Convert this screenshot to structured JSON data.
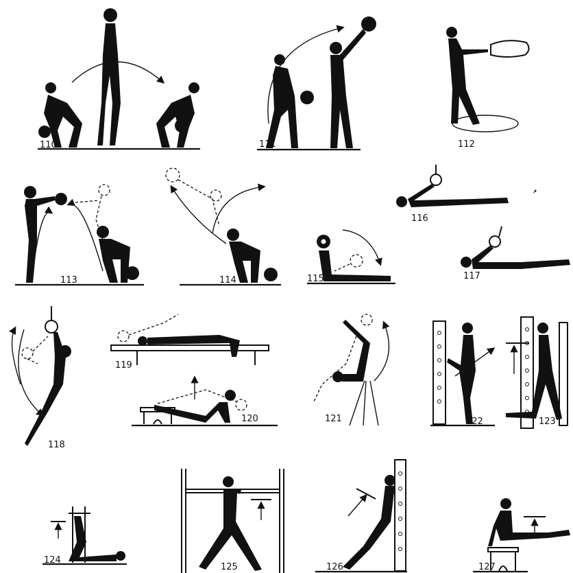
{
  "figures": [
    {
      "label": "110"
    },
    {
      "label": "111"
    },
    {
      "label": "112"
    },
    {
      "label": "113"
    },
    {
      "label": "114"
    },
    {
      "label": "115"
    },
    {
      "label": "116"
    },
    {
      "label": "117"
    },
    {
      "label": "118"
    },
    {
      "label": "119"
    },
    {
      "label": "120"
    },
    {
      "label": "121"
    },
    {
      "label": "122"
    },
    {
      "label": "123"
    },
    {
      "label": "124"
    },
    {
      "label": "125"
    },
    {
      "label": "126"
    },
    {
      "label": "127"
    }
  ],
  "colors": {
    "ink": "#111111",
    "paper": "#ffffff"
  }
}
